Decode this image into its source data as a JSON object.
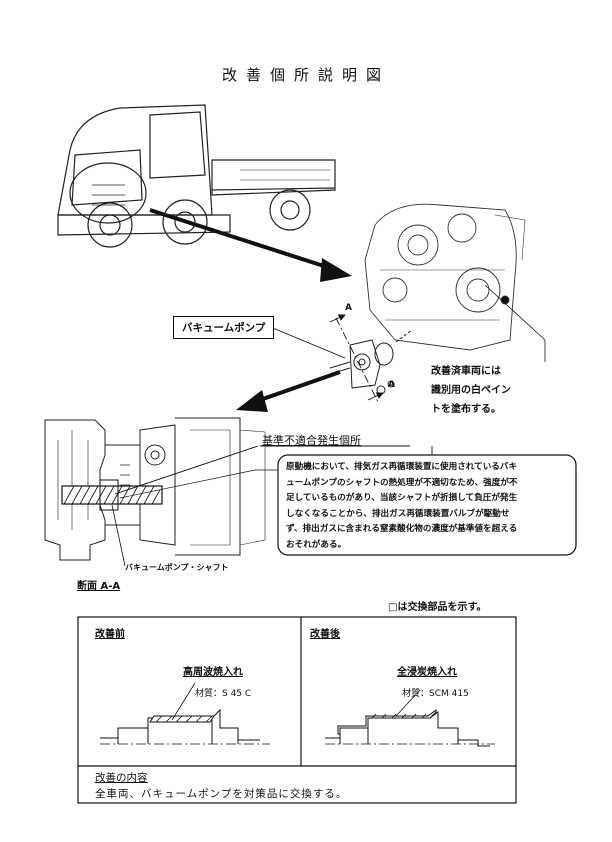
{
  "title": "改善個所説明図",
  "labels": {
    "vacuum_pump": "バキュームポンプ",
    "section_marker": "A",
    "section_marker_2": "A",
    "defect_location": "基準不適合発生個所",
    "shaft": "バキュームポンプ・シャフト",
    "section_view": "断面 A-A",
    "paint_note": [
      "改善済車両には",
      "識別用の白ペイン",
      "トを塗布する。"
    ],
    "legend": "□は交換部品を示す。"
  },
  "callout": [
    "原動機において、排気ガス再循環装置に使用されているバキ",
    "ュームポンプのシャフトの熱処理が不適切なため、強度が不",
    "足しているものがあり、当該シャフトが折損して負圧が発生",
    "しなくなることから、排出ガス再循環装置バルブが駆動せ",
    "ず、排出ガスに含まれる窒素酸化物の濃度が基準値を超える",
    "おそれがある。"
  ],
  "comparison": {
    "before": {
      "heading": "改善前",
      "process": "高周波焼入れ",
      "material": "材質：S 45 C"
    },
    "after": {
      "heading": "改善後",
      "process": "全浸炭焼入れ",
      "material": "材質：SCM 415"
    },
    "content_heading": "改善の内容",
    "content_text": "全車両、バキュームポンプを対策品に交換する。"
  }
}
